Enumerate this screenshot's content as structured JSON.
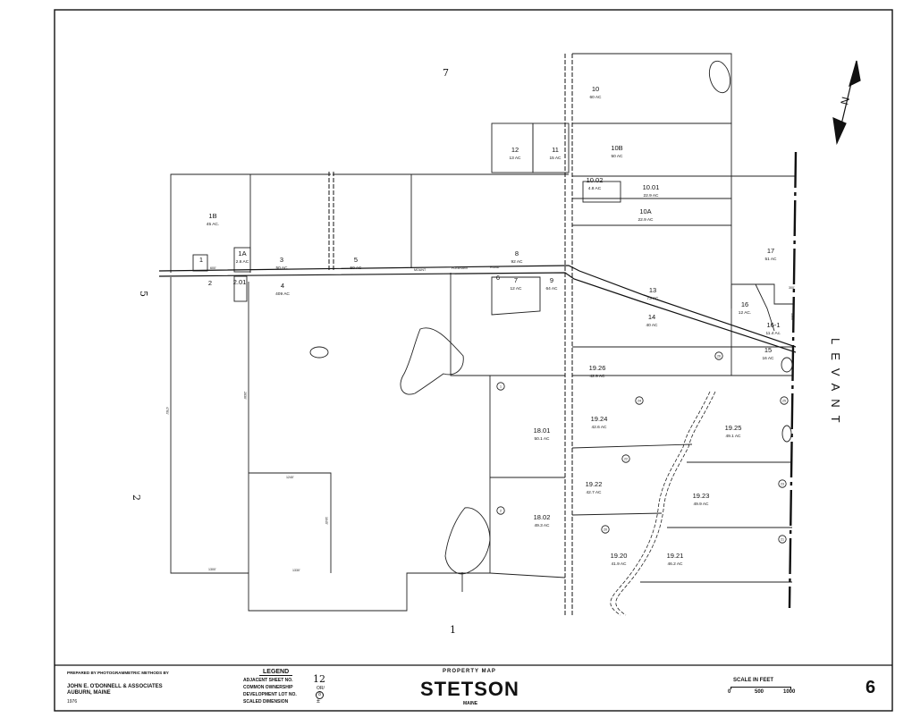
{
  "map": {
    "adjacent_sheets": {
      "north": "7",
      "west": "5",
      "southwest": "2",
      "south": "1"
    },
    "east_town": "LEVANT",
    "road_name": [
      "MOUNT",
      "PLEASANT",
      "ROAD"
    ],
    "lots": [
      {
        "id": "10",
        "area": "60 AC"
      },
      {
        "id": "12",
        "area": "13 AC"
      },
      {
        "id": "11",
        "area": "15 AC"
      },
      {
        "id": "10B",
        "area": "50 AC"
      },
      {
        "id": "10.02",
        "area": "4.8 AC"
      },
      {
        "id": "10.01",
        "area": "22.9 AC"
      },
      {
        "id": "10A",
        "area": "22.9 AC"
      },
      {
        "id": "1B",
        "area": "45 AC."
      },
      {
        "id": "1A",
        "area": "2.6 AC"
      },
      {
        "id": "1",
        "area": ""
      },
      {
        "id": "2",
        "area": ""
      },
      {
        "id": "2.01",
        "area": ""
      },
      {
        "id": "3",
        "area": "50 AC"
      },
      {
        "id": "4",
        "area": "409 AC"
      },
      {
        "id": "5",
        "area": "50 AC"
      },
      {
        "id": "6",
        "area": ""
      },
      {
        "id": "7",
        "area": "12 AC"
      },
      {
        "id": "8",
        "area": "92 AC"
      },
      {
        "id": "9",
        "area": "64 AC"
      },
      {
        "id": "13",
        "area": "73 AC"
      },
      {
        "id": "14",
        "area": "40 AC"
      },
      {
        "id": "15",
        "area": "16 AC"
      },
      {
        "id": "16",
        "area": "12 AC."
      },
      {
        "id": "16-1",
        "area": "11.4 Ac."
      },
      {
        "id": "17",
        "area": "51 AC"
      },
      {
        "id": "18.01",
        "area": "50.1 AC"
      },
      {
        "id": "18.02",
        "area": "49.3 AC"
      },
      {
        "id": "19.20",
        "area": "41.9 AC"
      },
      {
        "id": "19.21",
        "area": "46.2 AC"
      },
      {
        "id": "19.22",
        "area": "42.7 AC"
      },
      {
        "id": "19.23",
        "area": "49.9 AC"
      },
      {
        "id": "19.24",
        "area": "42.6 AC"
      },
      {
        "id": "19.25",
        "area": "49.1 AC"
      },
      {
        "id": "19.26",
        "area": "42.9 AC"
      }
    ],
    "development_lots": [
      "1",
      "2",
      "20",
      "21",
      "22",
      "23",
      "24",
      "25",
      "26"
    ],
    "dimensions": {
      "d1": "1240'",
      "d2": "1300'",
      "d3": "1330'",
      "d4": "600'",
      "d5": "300'",
      "d6": "4781'",
      "d7": "2830'",
      "d8": "1045'",
      "d9": "1300'"
    }
  },
  "title_block": {
    "prepared_by": "PREPARED BY PHOTOGRAMMETRIC METHODS BY",
    "firm_name": "JOHN E. O'DONNELL & ASSOCIATES",
    "firm_location": "AUBURN, MAINE",
    "year": "1976",
    "legend_title": "LEGEND",
    "legend_items": [
      {
        "label": "ADJACENT SHEET NO.",
        "symbol": "12"
      },
      {
        "label": "COMMON OWNERSHIP",
        "symbol": "OR/"
      },
      {
        "label": "DEVELOPMENT LOT NO.",
        "symbol": "8"
      },
      {
        "label": "SCALED DIMENSION",
        "symbol": "±"
      }
    ],
    "map_type": "PROPERTY MAP",
    "town": "STETSON",
    "state": "MAINE",
    "scale_title": "SCALE IN FEET",
    "scale_ticks": [
      "0",
      "500",
      "1000"
    ],
    "sheet_number": "6"
  }
}
